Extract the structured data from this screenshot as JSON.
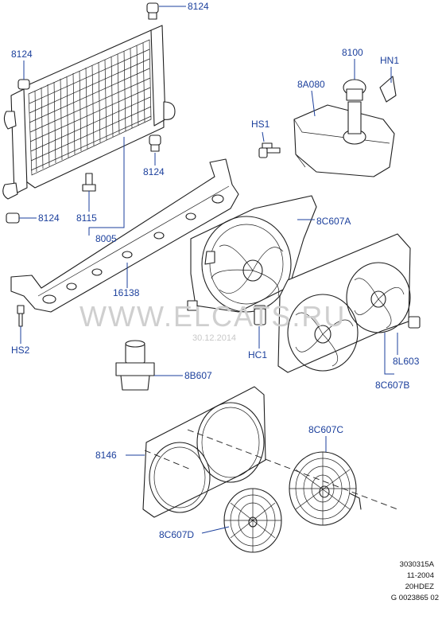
{
  "watermark": {
    "text": "WWW.ELCATS.RU",
    "date": "30.12.2014"
  },
  "labels": {
    "p8124_top": "8124",
    "p8124_left": "8124",
    "p8124_right": "8124",
    "p8124_bottom": "8124",
    "p8115": "8115",
    "p8005": "8005",
    "p16138": "16138",
    "hs2": "HS2",
    "p8100": "8100",
    "hn1": "HN1",
    "p8a080": "8A080",
    "hs1": "HS1",
    "p8c607a": "8C607A",
    "hc1": "HC1",
    "p8l603": "8L603",
    "p8c607b": "8C607B",
    "p8b607": "8B607",
    "p8146": "8146",
    "p8c607c": "8C607C",
    "p8c607d": "8C607D"
  },
  "reference": {
    "line1": "3030315A",
    "line2": "11-2004",
    "line3": "20HDEZ",
    "line4": "G 0023865 02"
  }
}
